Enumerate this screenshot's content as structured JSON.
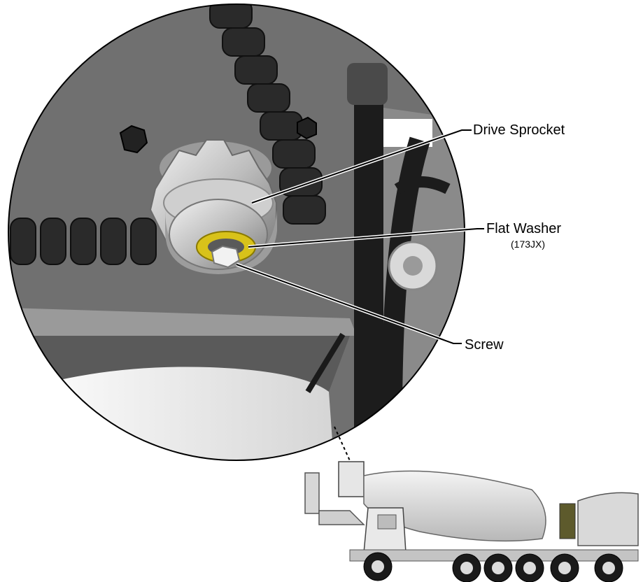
{
  "callouts": {
    "drive_sprocket": "Drive Sprocket",
    "flat_washer": "Flat Washer",
    "flat_washer_part_number": "(173JX)",
    "screw": "Screw"
  },
  "colors": {
    "background": "#ffffff",
    "panel": "#6e6e6e",
    "belt": "#2a2a2a",
    "sprocket": "#c8c8c8",
    "washer": "#d8c21a",
    "leader_line": "#000000"
  }
}
